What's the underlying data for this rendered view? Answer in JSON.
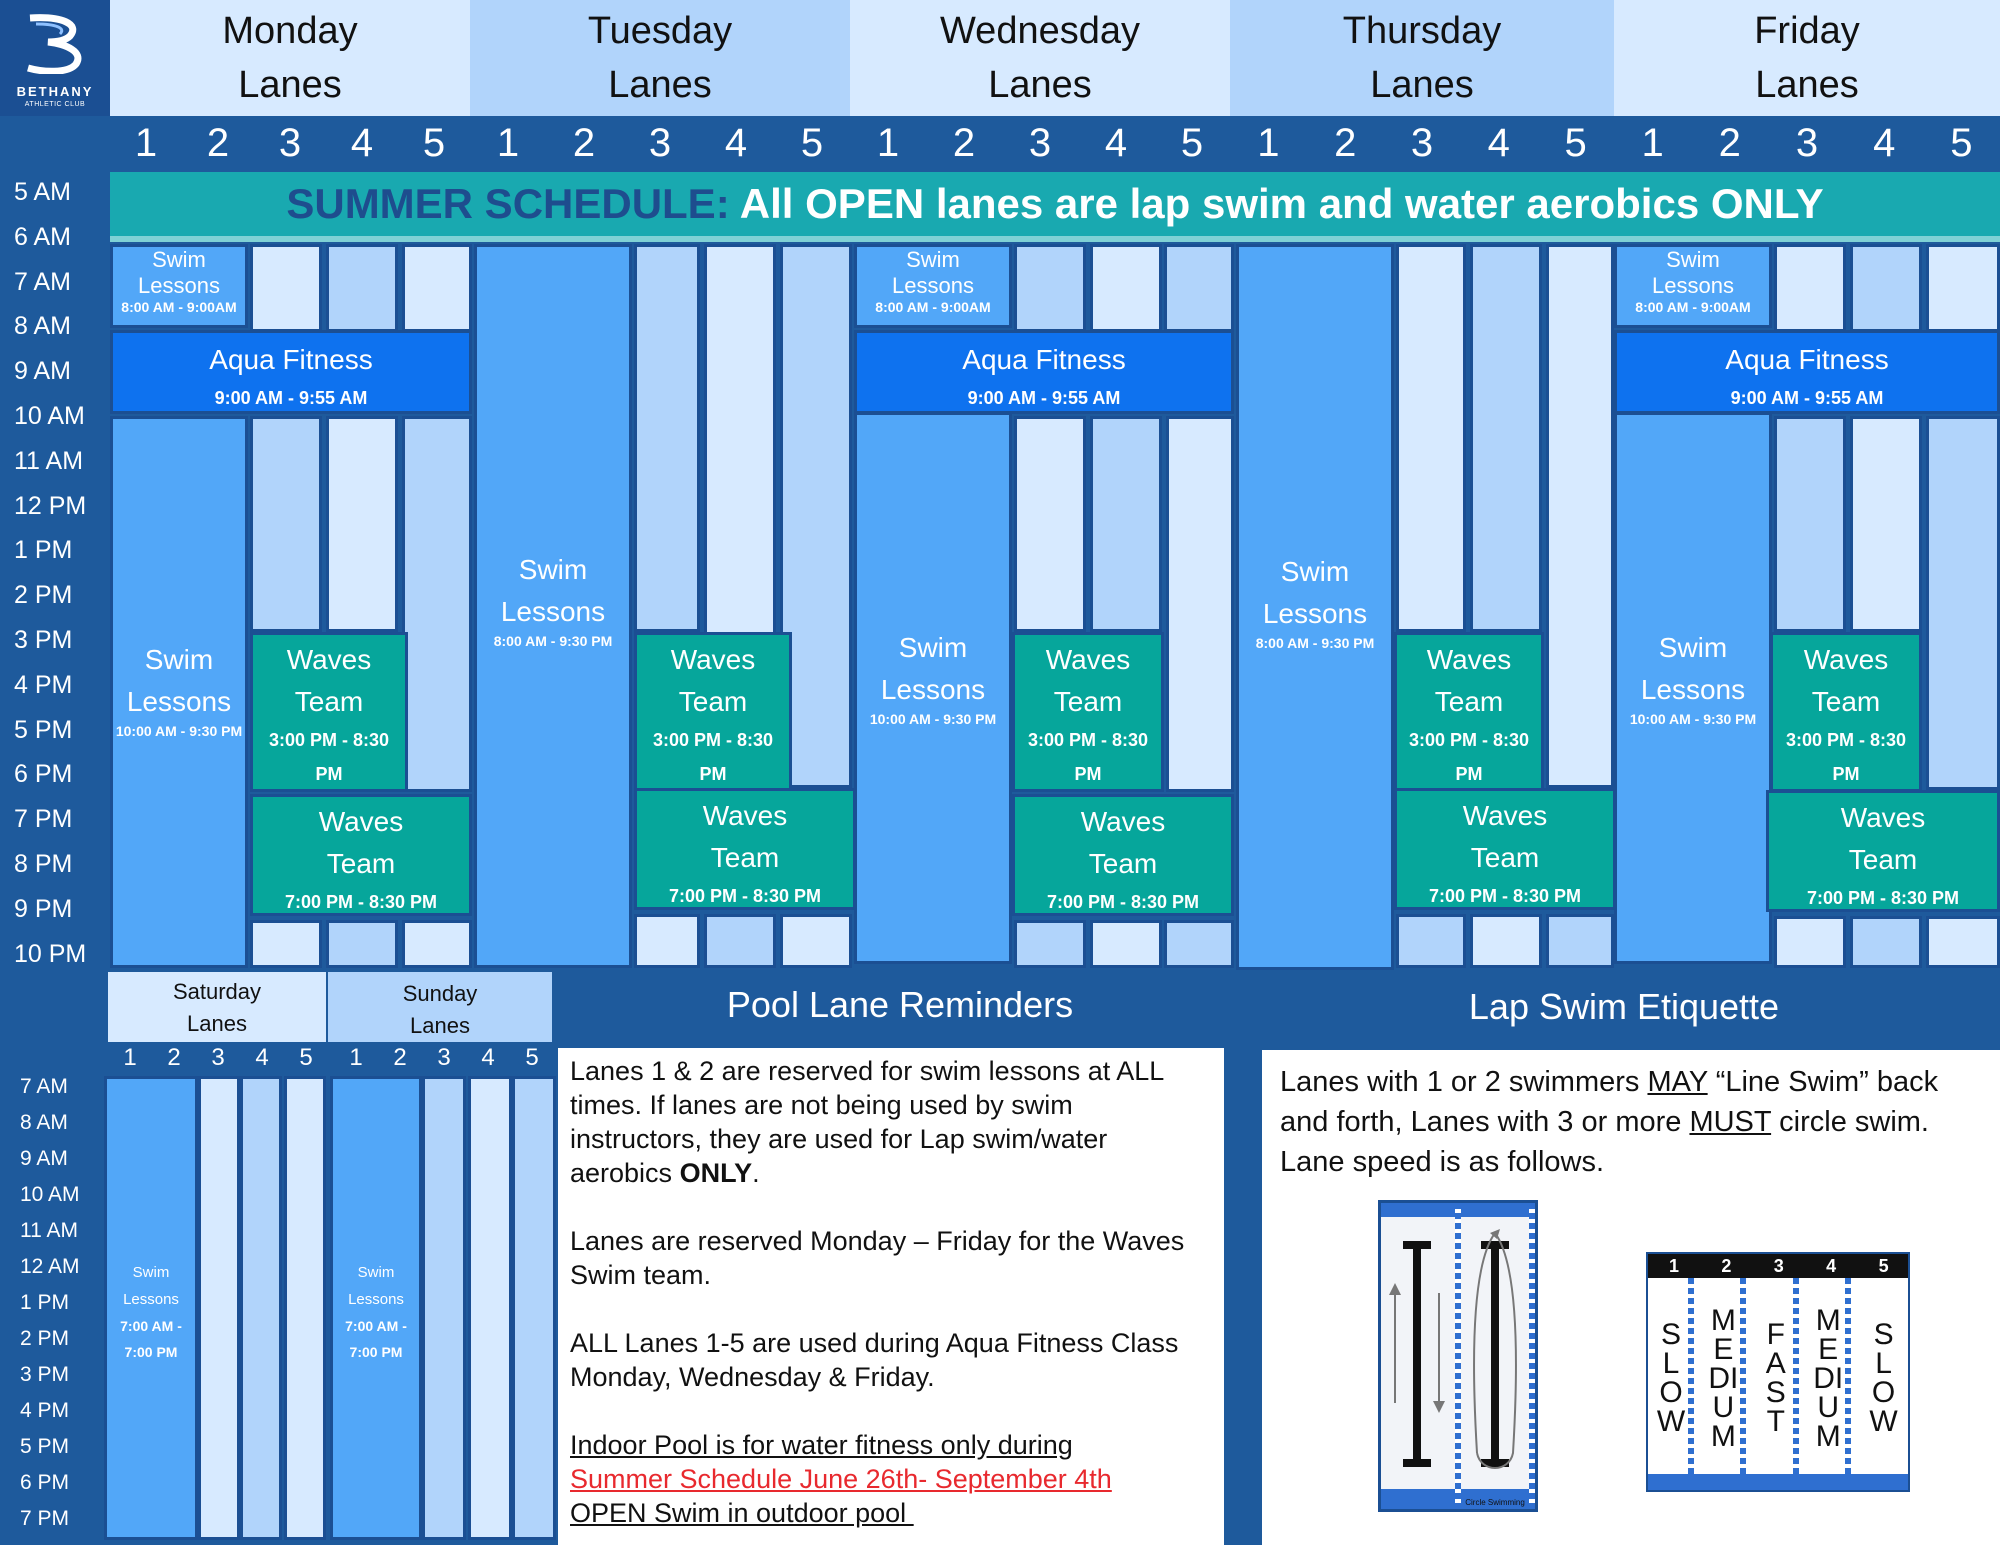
{
  "logo": {
    "name": "BETHANY",
    "subtitle": "ATHLETIC CLUB"
  },
  "days": [
    {
      "day": "Monday",
      "label": "Lanes"
    },
    {
      "day": "Tuesday",
      "label": "Lanes"
    },
    {
      "day": "Wednesday",
      "label": "Lanes"
    },
    {
      "day": "Thursday",
      "label": "Lanes"
    },
    {
      "day": "Friday",
      "label": "Lanes"
    }
  ],
  "lane_numbers": [
    "1",
    "2",
    "3",
    "4",
    "5"
  ],
  "times": [
    "5 AM",
    "6 AM",
    "7 AM",
    "8 AM",
    "9 AM",
    "10 AM",
    "11 AM",
    "12 PM",
    "1 PM",
    "2 PM",
    "3 PM",
    "4 PM",
    "5 PM",
    "6 PM",
    "7 PM",
    "8 PM",
    "9 PM",
    "10 PM"
  ],
  "banner": {
    "prefix": "SUMMER SCHEDULE:",
    "text": " All OPEN lanes are lap swim and water aerobics ONLY"
  },
  "blocks": {
    "swim_lessons_short": {
      "title1": "Swim",
      "title2": "Lessons",
      "time": "8:00 AM - 9:00AM"
    },
    "aqua_fitness": {
      "title": "Aqua Fitness",
      "time": "9:00 AM - 9:55 AM"
    },
    "swim_lessons_long": {
      "title1": "Swim",
      "title2": "Lessons",
      "time": "10:00 AM - 9:30 PM"
    },
    "swim_lessons_allday": {
      "title1": "Swim",
      "title2": "Lessons",
      "time": "8:00 AM - 9:30 PM"
    },
    "waves_early": {
      "title1": "Waves",
      "title2": "Team",
      "time1": "3:00 PM - 8:30",
      "time2": "PM"
    },
    "waves_late": {
      "title1": "Waves",
      "title2": "Team",
      "time": "7:00 PM - 8:30 PM"
    }
  },
  "weekend": {
    "days": [
      {
        "day": "Saturday",
        "label": "Lanes"
      },
      {
        "day": "Sunday",
        "label": "Lanes"
      }
    ],
    "times": [
      "7 AM",
      "8 AM",
      "9 AM",
      "10 AM",
      "11 AM",
      "12 AM",
      "1 PM",
      "2 PM",
      "3 PM",
      "4 PM",
      "5 PM",
      "6 PM",
      "7 PM"
    ],
    "block": {
      "title1": "Swim",
      "title2": "Lessons",
      "time1": "7:00 AM -",
      "time2": "7:00 PM"
    }
  },
  "reminders": {
    "title": "Pool Lane Reminders",
    "p1": "Lanes 1 & 2 are reserved for swim lessons at ALL times. If lanes are not being used by swim instructors, they are used for Lap swim/water aerobics ",
    "p1_bold": "ONLY",
    "p1_end": ".",
    "p2": "Lanes are reserved Monday – Friday for the Waves Swim team.",
    "p3": "ALL Lanes 1-5 are used during Aqua Fitness Class Monday, Wednesday & Friday.",
    "p4_line1": "Indoor Pool is for water fitness only during",
    "p4_line2": "Summer Schedule June 26th- September 4th",
    "p4_line3": "OPEN Swim in outdoor pool "
  },
  "etiquette": {
    "title": "Lap Swim Etiquette",
    "t1": "Lanes with 1 or 2 swimmers ",
    "t1_u": "MAY",
    "t2": " “Line Swim” back and forth, Lanes with 3 or more ",
    "t2_u": "MUST",
    "t3": " circle swim. Lane speed is as follows.",
    "circle_caption": "Circle Swimming",
    "speed_lanes": [
      "SLOW",
      "MEDIUM",
      "FAST",
      "MEDIUM",
      "SLOW"
    ]
  },
  "colors": {
    "navy": "#1e5a9c",
    "lesson_blue": "#52a7f8",
    "aqua_blue": "#0e72ef",
    "teal": "#06a69b",
    "banner": "#19a9b0",
    "red": "#e8292e"
  }
}
